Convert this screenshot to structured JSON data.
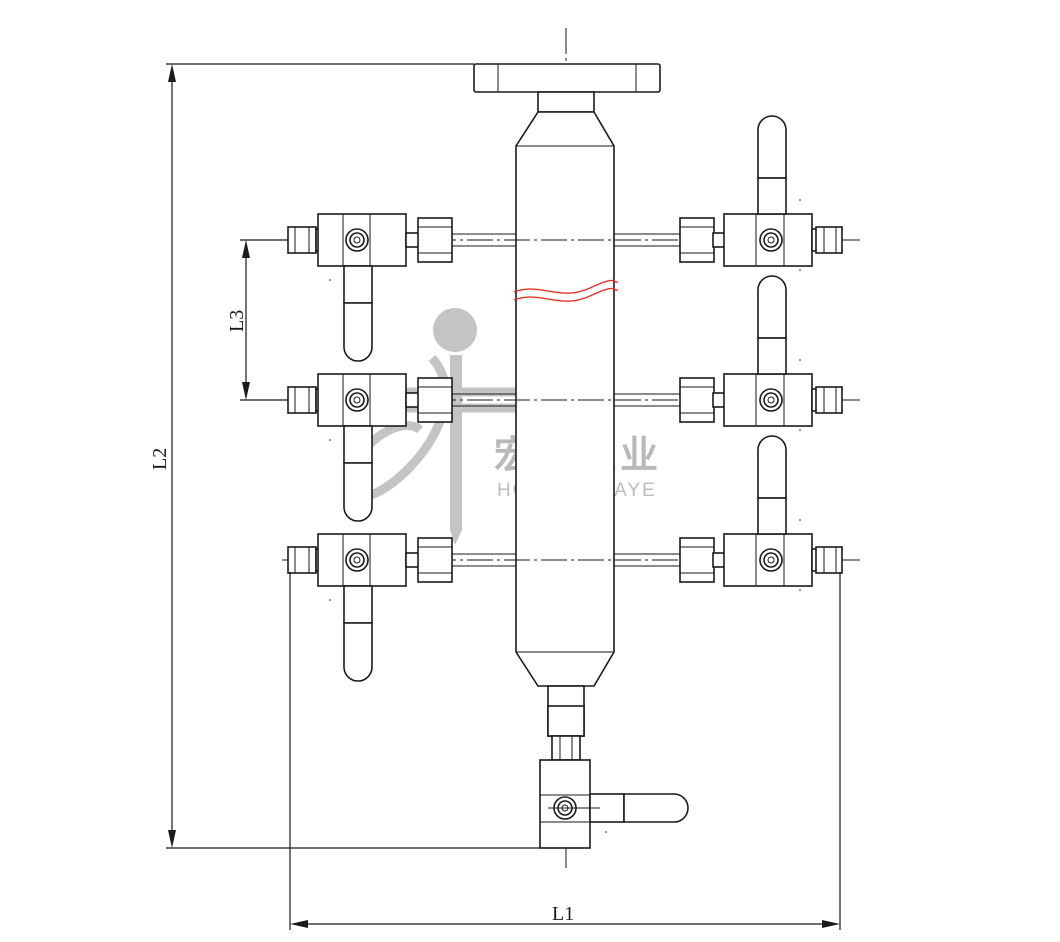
{
  "dimensions": {
    "l1": "L1",
    "l2": "L2",
    "l3": "L3"
  },
  "watermark": {
    "cn": "宏基佳业",
    "en": "HONG JI JIAYE",
    "mark_color": "#c4c4c4",
    "text_color": "#b9b9b9"
  },
  "colors": {
    "line": "#1a1a1a",
    "break_mark": "#e0352b"
  }
}
